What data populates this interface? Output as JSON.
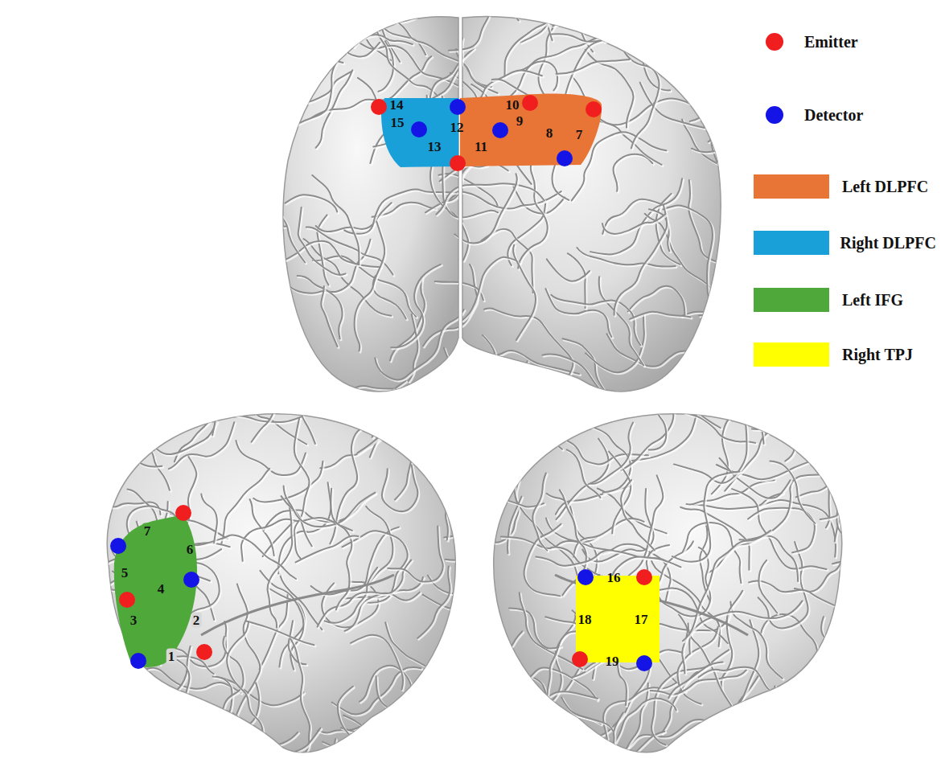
{
  "diagram": {
    "labels": [
      "14",
      "15",
      "12",
      "13",
      "10",
      "9",
      "8",
      "7",
      "11",
      "7",
      "6",
      "5",
      "4",
      "3",
      "2",
      "1",
      "16",
      "18",
      "17",
      "19"
    ],
    "legend": [
      {
        "text": "Emitter",
        "color": "#f01e1e"
      },
      {
        "text": "Detector",
        "color": "#1414e6"
      },
      {
        "text": "Left DLPFC",
        "color": "#e87436"
      },
      {
        "text": "Right DLPFC",
        "color": "#1aa0d8"
      },
      {
        "text": "Left IFG",
        "color": "#4ea93a"
      },
      {
        "text": "Right TPJ",
        "color": "#ffff00"
      }
    ]
  }
}
